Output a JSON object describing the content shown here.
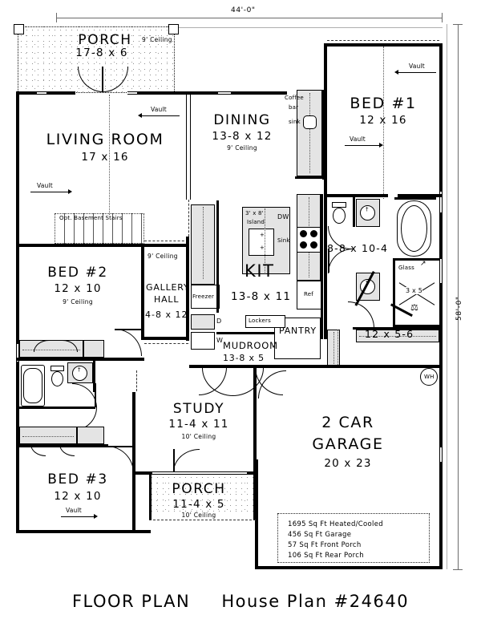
{
  "title": {
    "main": "FLOOR PLAN",
    "plan": "House Plan #24640"
  },
  "dimensions": {
    "width": "44'-0\"",
    "depth": "58'-0\""
  },
  "legend": {
    "lines": [
      "1695 Sq Ft Heated/Cooled",
      "456 Sq Ft Garage",
      "57 Sq Ft Front Porch",
      "106 Sq Ft Rear Porch"
    ]
  },
  "rooms": {
    "rear_porch": {
      "name": "PORCH",
      "dim": "17-8 x 6",
      "ceiling": "9' Ceiling"
    },
    "living_room": {
      "name": "LIVING ROOM",
      "dim": "17 x 16"
    },
    "dining": {
      "name": "DINING",
      "dim": "13-8 x 12",
      "ceiling": "9' Ceiling"
    },
    "bed1": {
      "name": "BED #1",
      "dim": "12 x 16"
    },
    "bed2": {
      "name": "BED #2",
      "dim": "12 x 10",
      "ceiling": "9' Ceiling"
    },
    "bed3": {
      "name": "BED #3",
      "dim": "12 x 10"
    },
    "gallery_hall": {
      "name": "GALLERY",
      "name2": "HALL",
      "dim": "4-8 x 12",
      "ceiling": "9' Ceiling"
    },
    "kitchen": {
      "name": "KIT",
      "dim": "13-8 x 11"
    },
    "mudroom": {
      "name": "MUDROOM",
      "dim": "13-8 x 5"
    },
    "pantry": {
      "name": "PANTRY"
    },
    "study": {
      "name": "STUDY",
      "dim": "11-4 x 11",
      "ceiling": "10' Ceiling"
    },
    "front_porch": {
      "name": "PORCH",
      "dim": "11-4 x 5",
      "ceiling": "10' Ceiling"
    },
    "garage": {
      "name": "2 CAR",
      "name2": "GARAGE",
      "dim": "20 x 23"
    },
    "master_bath": {
      "dim": "8-8 x 10-4"
    },
    "master_closet": {
      "dim": "12 x 5-6"
    }
  },
  "annotations": {
    "vault_living_top": "Vault",
    "vault_living_left": "Vault",
    "vault_bed1_top": "Vault",
    "vault_bed1_left": "Vault",
    "vault_bed1_lower": "Vault",
    "vault_bed3": "Vault",
    "opt_basement_stairs": "Opt. Basement Stairs",
    "coffee_bar_1": "Coffee",
    "coffee_bar_2": "bar",
    "coffee_sink": "sink",
    "island": "3' x 8'",
    "island2": "Island",
    "sink": "Sink",
    "dishwasher": "DW",
    "refrigerator": "Ref",
    "freezer": "Freezer",
    "dryer": "D",
    "washer": "W",
    "lockers": "Lockers",
    "glass": "Glass",
    "shower_size": "3 x 5",
    "water_heater": "WH"
  }
}
